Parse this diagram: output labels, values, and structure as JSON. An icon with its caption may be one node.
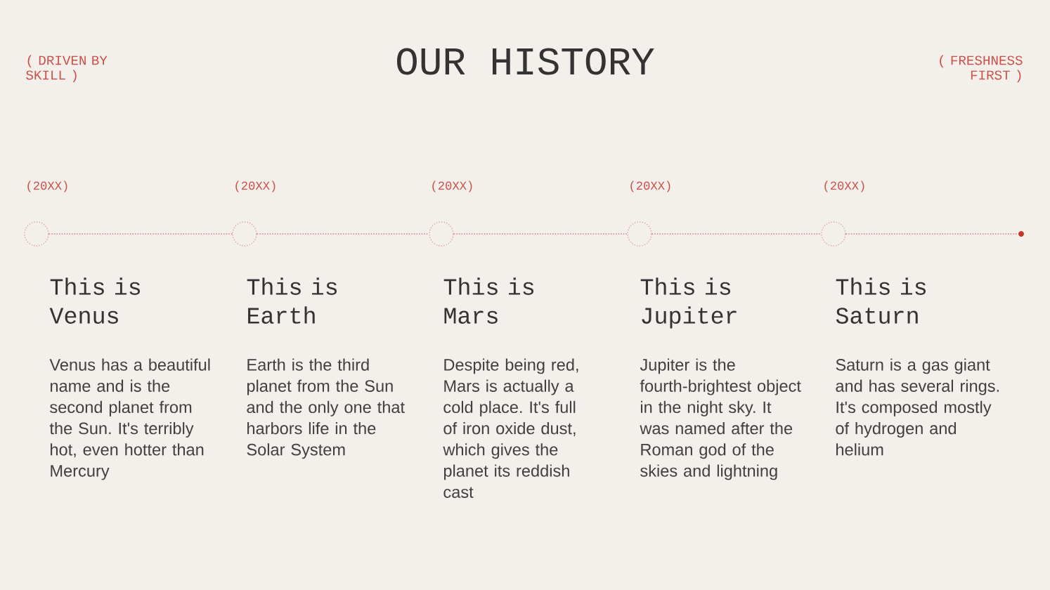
{
  "diagram": {
    "title": "OUR HISTORY",
    "nodes": [
      {
        "text": [],
        "shape": "circle",
        "beside": [
          "(20XX)",
          "This is Venus",
          "Venus has a beautiful name and is the second planet from the Sun. It's terribly hot, even hotter than Mercury"
        ]
      },
      {
        "text": [],
        "shape": "circle",
        "beside": [
          "(20XX)",
          "This is Earth",
          "Earth is the third planet from the Sun and the only one that harbors life in the Solar System"
        ]
      },
      {
        "text": [],
        "shape": "circle",
        "beside": [
          "(20XX)",
          "This is Mars",
          "Despite being red, Mars is actually a cold place. It's full of iron oxide dust, which gives the planet its reddish cast"
        ]
      },
      {
        "text": [],
        "shape": "circle",
        "beside": [
          "(20XX)",
          "This is Jupiter",
          "Jupiter is the fourth-brightest object in the night sky. It was named after the Roman god of the skies and lightning"
        ]
      },
      {
        "text": [],
        "shape": "circle",
        "beside": [
          "(20XX)",
          "This is Saturn",
          "Saturn is a gas giant and has several rings. It's composed mostly of hydrogen and helium"
        ]
      },
      {
        "text": [],
        "shape": "dot"
      }
    ],
    "edges": [
      {
        "from": 0,
        "to": 1,
        "arrow": "none"
      },
      {
        "from": 1,
        "to": 2,
        "arrow": "none"
      },
      {
        "from": 2,
        "to": 3,
        "arrow": "none"
      },
      {
        "from": 3,
        "to": 4,
        "arrow": "none"
      },
      {
        "from": 4,
        "to": 5,
        "arrow": "none"
      }
    ],
    "labels": [
      "( DRIVEN BY SKILL )",
      "( FRESHNESS FIRST )"
    ]
  }
}
